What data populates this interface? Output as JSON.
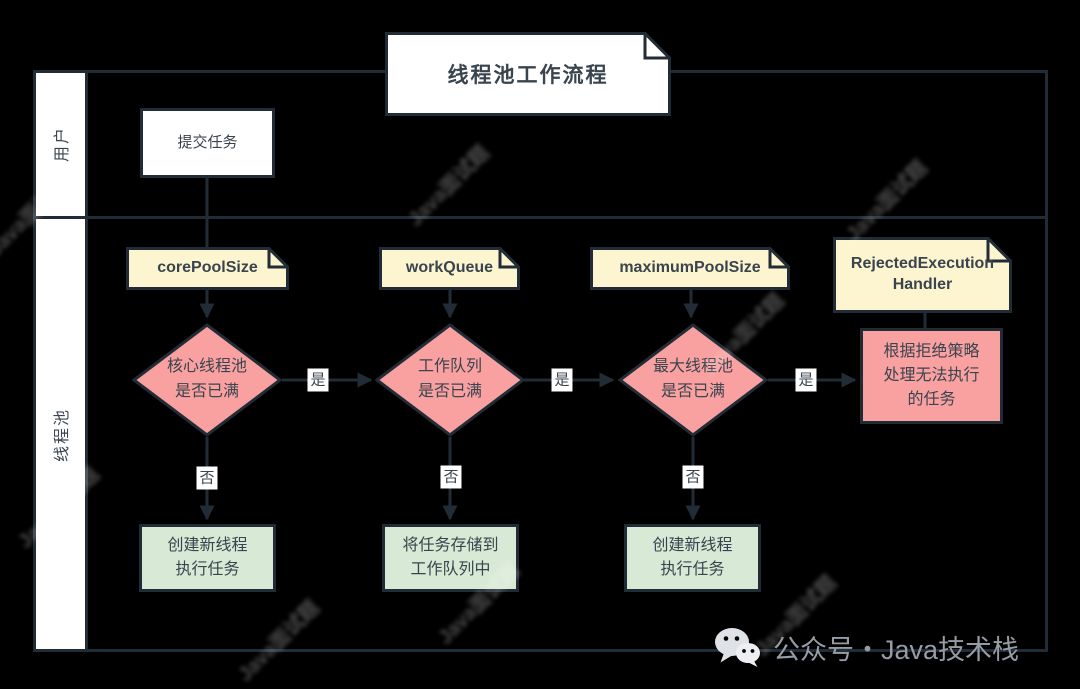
{
  "title": "线程池工作流程",
  "lanes": {
    "user": "用户",
    "pool": "线程池"
  },
  "nodes": {
    "submit": "提交任务",
    "note_core": "corePoolSize",
    "note_queue": "workQueue",
    "note_max": "maximumPoolSize",
    "note_rejected": "RejectedExecution\nHandler",
    "decision_core": "核心线程池\n是否已满",
    "decision_queue": "工作队列\n是否已满",
    "decision_max": "最大线程池\n是否已满",
    "action_create_core": "创建新线程\n执行任务",
    "action_store_queue": "将任务存储到\n工作队列中",
    "action_create_max": "创建新线程\n执行任务",
    "action_reject": "根据拒绝策略\n处理无法执行\n的任务"
  },
  "edge_labels": {
    "yes": "是",
    "no": "否"
  },
  "footer": {
    "caption": "公众号・Java技术栈",
    "icon": "wechat-logo"
  },
  "watermark": "Java面试题",
  "colors": {
    "background": "#000000",
    "line": "#222c36",
    "note_fill": "#fcf5cf",
    "decision_fill": "#f9a1a1",
    "action_fill": "#d8e9d6",
    "white_fill": "#ffffff",
    "text": "#39444e",
    "footer_text": "#959ca5"
  }
}
